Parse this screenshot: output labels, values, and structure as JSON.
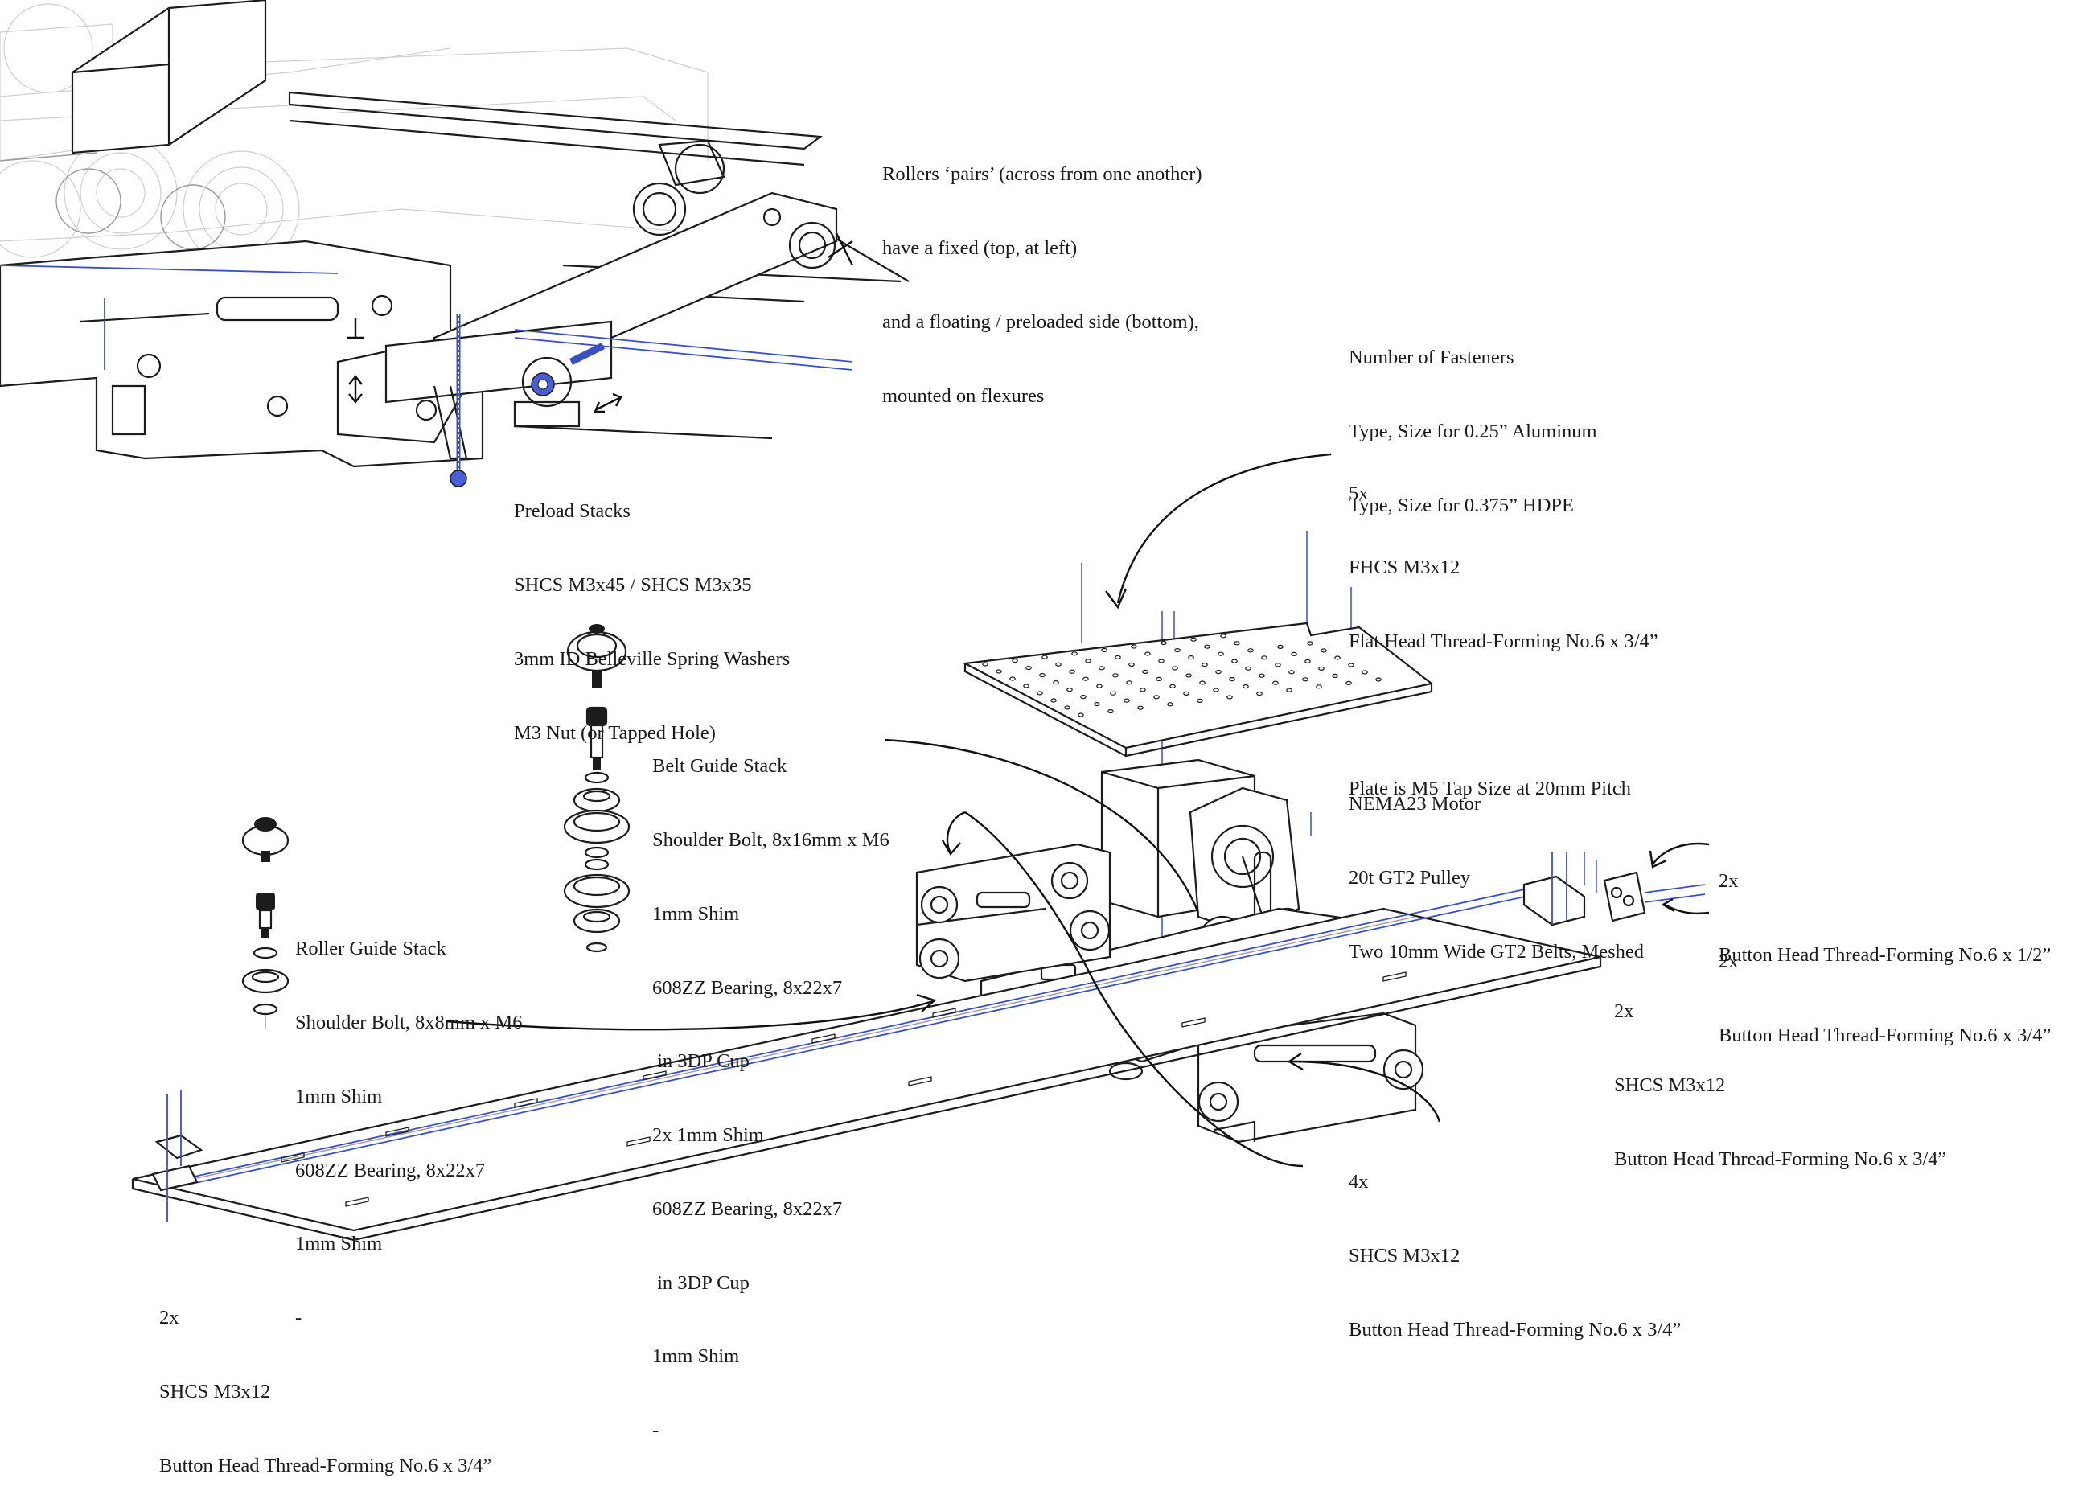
{
  "annotations": {
    "rollers": [
      "Rollers ‘pairs’ (across from one another)",
      "have a fixed (top, at left)",
      "and a floating / preloaded side (bottom),",
      "mounted on flexures"
    ],
    "legend": [
      "Number of Fasteners",
      "Type, Size for 0.25” Aluminum",
      "Type, Size for 0.375” HDPE"
    ],
    "preload": [
      "Preload Stacks",
      "SHCS M3x45 / SHCS M3x35",
      "3mm ID Belleville Spring Washers",
      "M3 Nut (or Tapped Hole)"
    ],
    "plate": [
      "5x",
      "FHCS M3x12",
      "Flat Head Thread-Forming No.6 x 3/4”",
      "",
      "Plate is M5 Tap Size at 20mm Pitch"
    ],
    "belt_guide": [
      "Belt Guide Stack",
      "Shoulder Bolt, 8x16mm x M6",
      "1mm Shim",
      "608ZZ Bearing, 8x22x7",
      " in 3DP Cup",
      "2x 1mm Shim",
      "608ZZ Bearing, 8x22x7",
      " in 3DP Cup",
      "1mm Shim",
      "-"
    ],
    "motor": [
      "NEMA23 Motor",
      "20t GT2 Pulley",
      "Two 10mm Wide GT2 Belts, Meshed"
    ],
    "clamp_top": [
      "2x",
      "Button Head Thread-Forming No.6 x 1/2”"
    ],
    "clamp_bottom": [
      "2x",
      "Button Head Thread-Forming No.6 x 3/4”"
    ],
    "roller_guide": [
      "Roller Guide Stack",
      "Shoulder Bolt, 8x8mm x M6",
      "1mm Shim",
      "608ZZ Bearing, 8x22x7",
      "1mm Shim",
      "-"
    ],
    "right_end": [
      "2x",
      "SHCS M3x12",
      "Button Head Thread-Forming No.6 x 3/4”"
    ],
    "carriage_bottom": [
      "4x",
      "SHCS M3x12",
      "Button Head Thread-Forming No.6 x 3/4”"
    ],
    "left_end": [
      "2x",
      "SHCS M3x12",
      "Button Head Thread-Forming No.6 x 3/4”"
    ]
  },
  "colors": {
    "line": "#1c1c1c",
    "fastener_blue": "#3b4fc4",
    "ghost_gray": "#b8b8b8"
  }
}
